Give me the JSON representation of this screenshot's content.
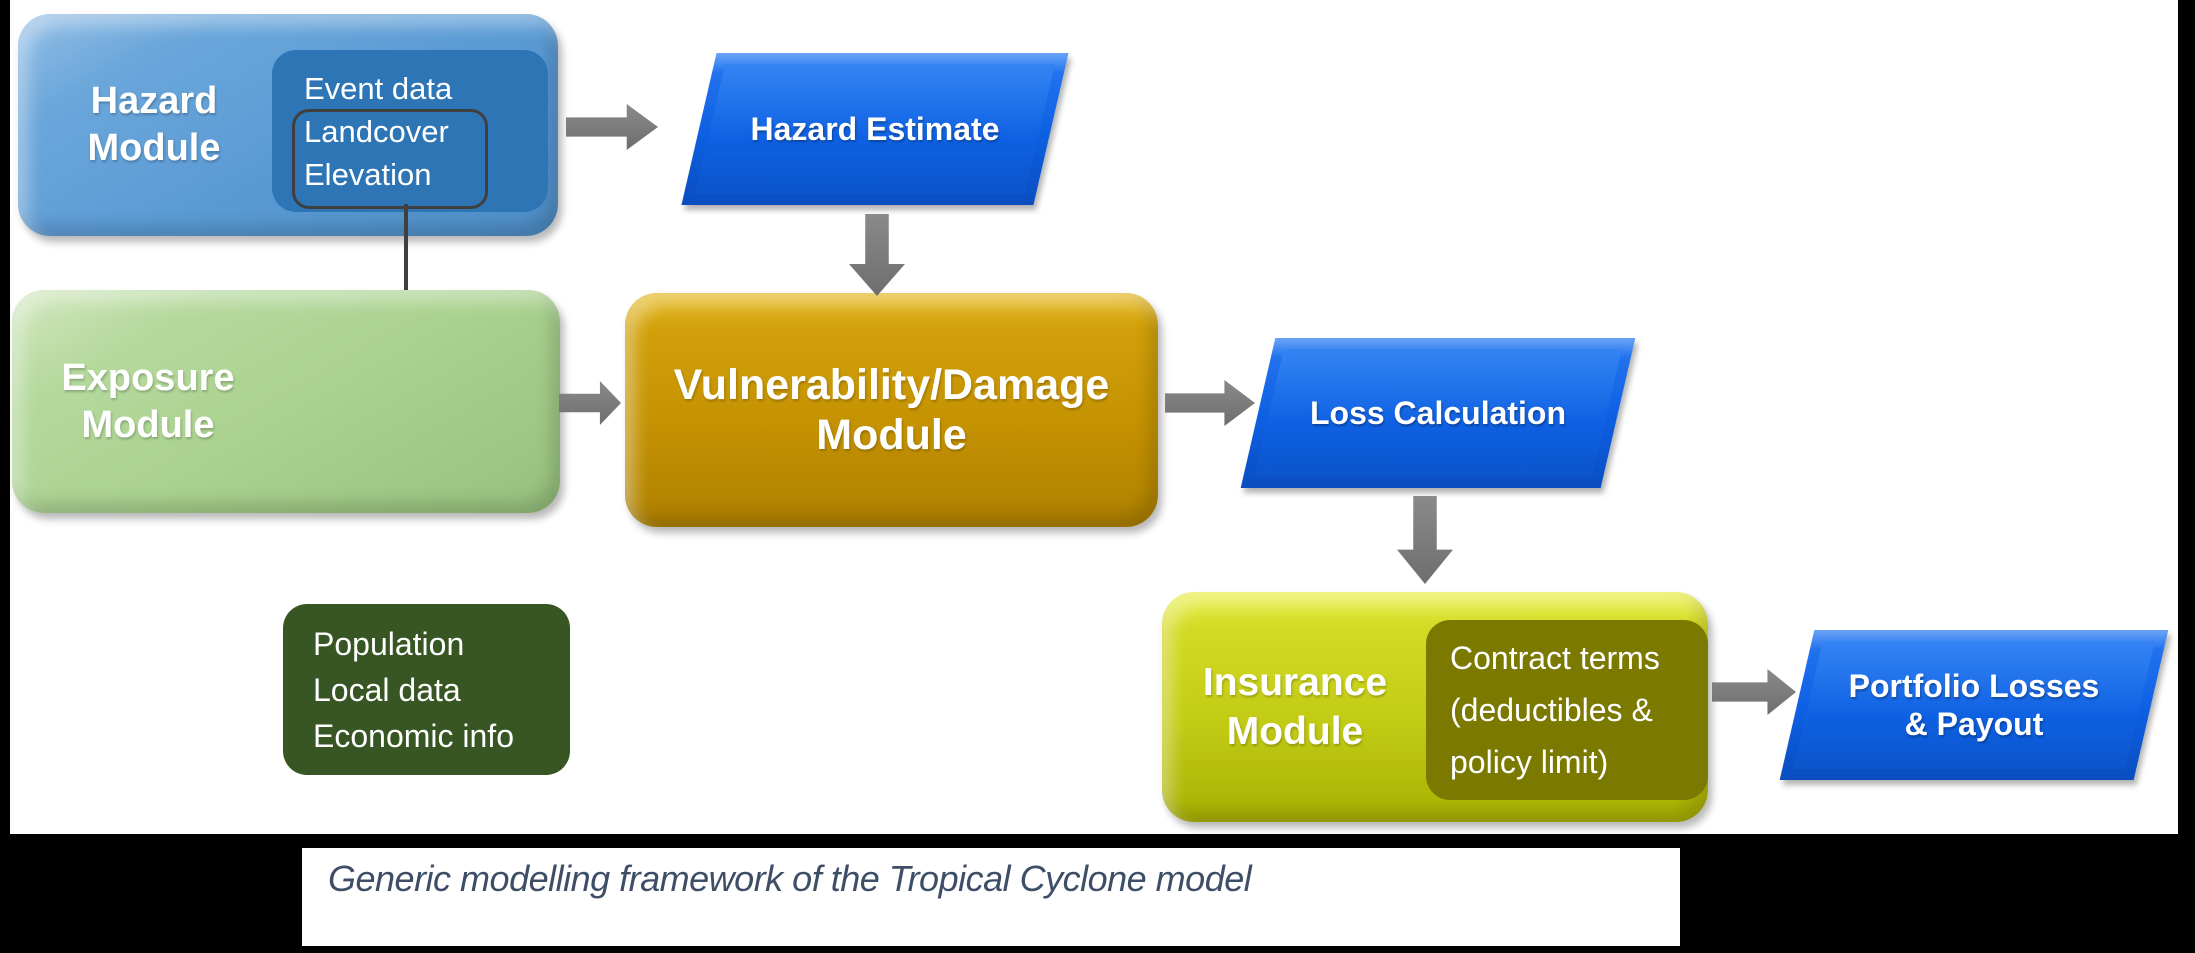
{
  "frame": {
    "caption": "Generic modelling framework of the Tropical Cyclone model"
  },
  "modules": {
    "hazard": {
      "title_line1": "Hazard",
      "title_line2": "Module",
      "items": [
        "Event data",
        "Landcover",
        "Elevation"
      ]
    },
    "exposure": {
      "title_line1": "Exposure",
      "title_line2": "Module",
      "items": [
        "Population",
        "Local data",
        "Economic info"
      ]
    },
    "vulnerability": {
      "title_line1": "Vulnerability/Damage",
      "title_line2": "Module"
    },
    "insurance": {
      "title_line1": "Insurance",
      "title_line2": "Module",
      "items": [
        "Contract terms",
        "(deductibles &",
        "policy limit)"
      ]
    }
  },
  "processes": {
    "hazard_estimate": {
      "label": "Hazard Estimate"
    },
    "loss_calculation": {
      "label": "Loss Calculation"
    },
    "portfolio": {
      "line1": "Portfolio Losses",
      "line2": "& Payout"
    }
  },
  "colors": {
    "hazard_fill": "#5b9bd5",
    "hazard_inner": "#2e75b6",
    "exposure_fill": "#a9d18e",
    "exposure_inner": "#375623",
    "vulnerability_fill": "#c59202",
    "insurance_fill": "#c3cc15",
    "insurance_inner": "#7b7900",
    "process_blue": "#0f63e3",
    "arrow_gray": "#757575",
    "outline_dark": "#3f3f3f",
    "caption_text": "#3d4e66",
    "frame_black": "#000000"
  }
}
